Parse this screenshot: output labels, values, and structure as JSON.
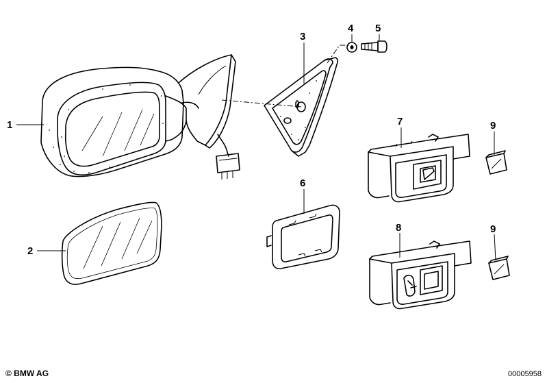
{
  "callouts": {
    "c1": "1",
    "c2": "2",
    "c3": "3",
    "c4": "4",
    "c5": "5",
    "c6": "6",
    "c7": "7",
    "c8": "8",
    "c9a": "9",
    "c9b": "9"
  },
  "footer": {
    "copyright": "© BMW AG",
    "diagram_number": "00005958"
  }
}
